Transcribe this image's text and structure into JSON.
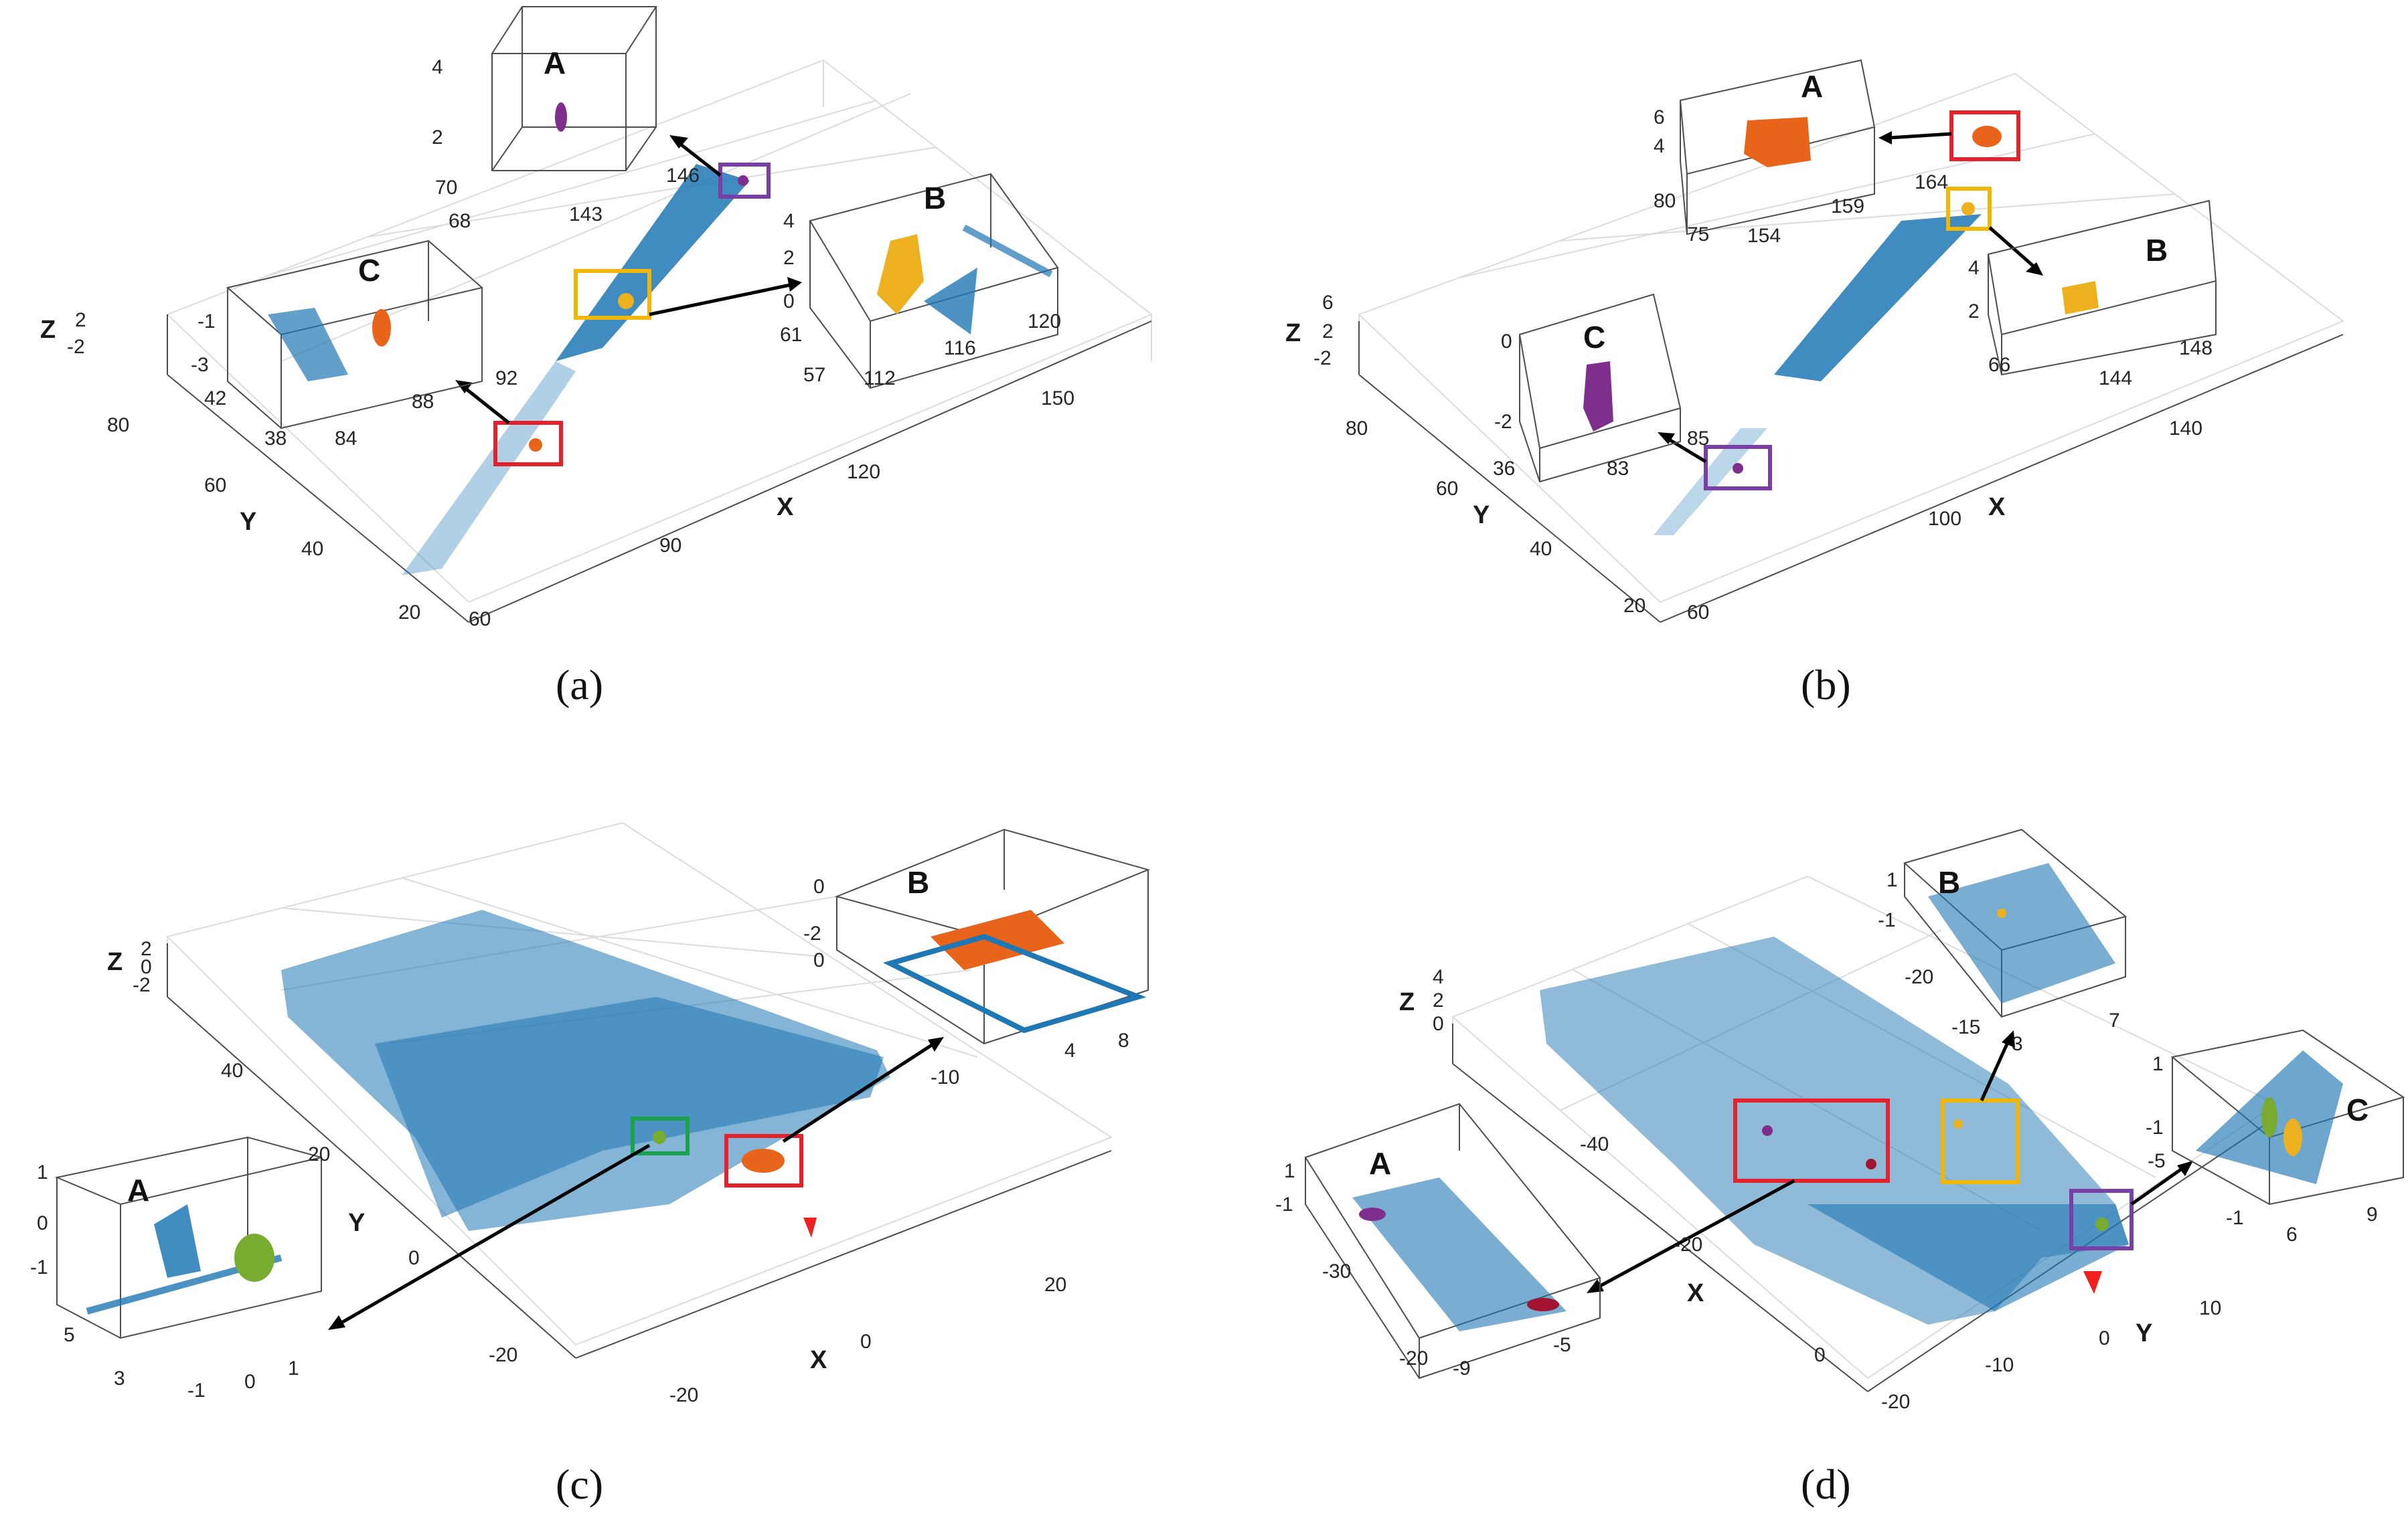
{
  "panels": {
    "a": {
      "caption": "(a)",
      "main": {
        "z_label": "Z",
        "y_label": "Y",
        "x_label": "X",
        "z_ticks": [
          "2",
          "-2"
        ],
        "y_ticks": [
          "80",
          "60",
          "40",
          "20"
        ],
        "x_ticks": [
          "60",
          "90",
          "120",
          "150"
        ]
      },
      "insets": [
        {
          "label": "A",
          "z_ticks": [
            "4",
            "2"
          ],
          "y_ticks": [
            "70",
            "68"
          ],
          "x_ticks": [
            "143",
            "146"
          ]
        },
        {
          "label": "B",
          "z_ticks": [
            "4",
            "2",
            "0"
          ],
          "y_ticks": [
            "61",
            "57"
          ],
          "x_ticks": [
            "112",
            "116",
            "120"
          ]
        },
        {
          "label": "C",
          "z_ticks": [
            "-1",
            "-3"
          ],
          "y_ticks": [
            "42",
            "38"
          ],
          "x_ticks": [
            "84",
            "88",
            "92"
          ]
        }
      ]
    },
    "b": {
      "caption": "(b)",
      "main": {
        "z_label": "Z",
        "y_label": "Y",
        "x_label": "X",
        "z_ticks": [
          "6",
          "2",
          "-2"
        ],
        "y_ticks": [
          "80",
          "60",
          "40",
          "20"
        ],
        "x_ticks": [
          "60",
          "100",
          "140"
        ]
      },
      "insets": [
        {
          "label": "A",
          "z_ticks": [
            "6",
            "4"
          ],
          "y_ticks": [
            "80",
            "75"
          ],
          "x_ticks": [
            "154",
            "159",
            "164"
          ]
        },
        {
          "label": "B",
          "z_ticks": [
            "4",
            "2"
          ],
          "y_ticks": [
            "66"
          ],
          "x_ticks": [
            "144",
            "148"
          ]
        },
        {
          "label": "C",
          "z_ticks": [
            "0",
            "-2"
          ],
          "y_ticks": [
            "36"
          ],
          "x_ticks": [
            "83",
            "85"
          ]
        }
      ]
    },
    "c": {
      "caption": "(c)",
      "main": {
        "z_label": "Z",
        "y_label": "Y",
        "x_label": "X",
        "z_ticks": [
          "2",
          "0",
          "-2"
        ],
        "y_ticks": [
          "40",
          "20",
          "0",
          "-20"
        ],
        "x_ticks": [
          "-20",
          "0",
          "20"
        ]
      },
      "insets": [
        {
          "label": "A",
          "z_ticks": [
            "1",
            "0",
            "-1"
          ],
          "y_ticks": [
            "5",
            "3"
          ],
          "x_ticks": [
            "-1",
            "0",
            "1"
          ]
        },
        {
          "label": "B",
          "z_ticks": [
            "0",
            "-2"
          ],
          "y_ticks": [
            "0",
            "-10"
          ],
          "x_ticks": [
            "4",
            "8"
          ]
        }
      ]
    },
    "d": {
      "caption": "(d)",
      "main": {
        "z_label": "Z",
        "y_label": "Y",
        "x_label": "X",
        "z_ticks": [
          "4",
          "2",
          "0"
        ],
        "x_ticks": [
          "-40",
          "-20",
          "0"
        ],
        "y_ticks": [
          "-20",
          "-10",
          "0",
          "10"
        ]
      },
      "insets": [
        {
          "label": "A",
          "z_ticks": [
            "1",
            "-1"
          ],
          "x_ticks": [
            "-30",
            "-20"
          ],
          "y_ticks": [
            "-9",
            "-5"
          ]
        },
        {
          "label": "B",
          "z_ticks": [
            "1",
            "-1"
          ],
          "x_ticks": [
            "-20",
            "-15"
          ],
          "y_ticks": [
            "3",
            "7"
          ]
        },
        {
          "label": "C",
          "z_ticks": [
            "1",
            "-1"
          ],
          "x_ticks": [
            "-5",
            "-1"
          ],
          "y_ticks": [
            "6",
            "9"
          ]
        }
      ]
    }
  },
  "colors": {
    "points": "#1f77b4",
    "orange": "#e8641b",
    "yellow": "#edb120",
    "purple": "#7e2f8e",
    "green": "#77ac30",
    "cyan": "#4dbeee",
    "crimson": "#a2142f",
    "box_red": "#e3222b",
    "box_yellow": "#f2b705",
    "box_purple": "#7a3fa6",
    "box_green": "#1aa34a",
    "vehicle": "#f02020"
  }
}
